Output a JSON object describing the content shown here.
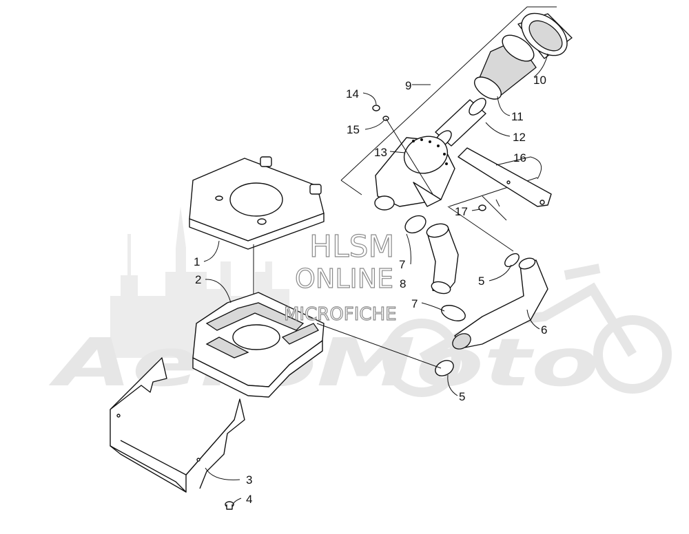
{
  "watermark": {
    "brand": "AeroMoto",
    "line1": "HLSM",
    "line2": "ONLINE",
    "line3": "MICROFICHE"
  },
  "callouts": [
    {
      "id": "1",
      "label": "1"
    },
    {
      "id": "2",
      "label": "2"
    },
    {
      "id": "3",
      "label": "3"
    },
    {
      "id": "4",
      "label": "4"
    },
    {
      "id": "5a",
      "label": "5"
    },
    {
      "id": "5b",
      "label": "5"
    },
    {
      "id": "6",
      "label": "6"
    },
    {
      "id": "7a",
      "label": "7"
    },
    {
      "id": "7b",
      "label": "7"
    },
    {
      "id": "8",
      "label": "8"
    },
    {
      "id": "9",
      "label": "9"
    },
    {
      "id": "10",
      "label": "10"
    },
    {
      "id": "11",
      "label": "11"
    },
    {
      "id": "12",
      "label": "12"
    },
    {
      "id": "13",
      "label": "13"
    },
    {
      "id": "14",
      "label": "14"
    },
    {
      "id": "15",
      "label": "15"
    },
    {
      "id": "16",
      "label": "16"
    },
    {
      "id": "17",
      "label": "17"
    }
  ]
}
